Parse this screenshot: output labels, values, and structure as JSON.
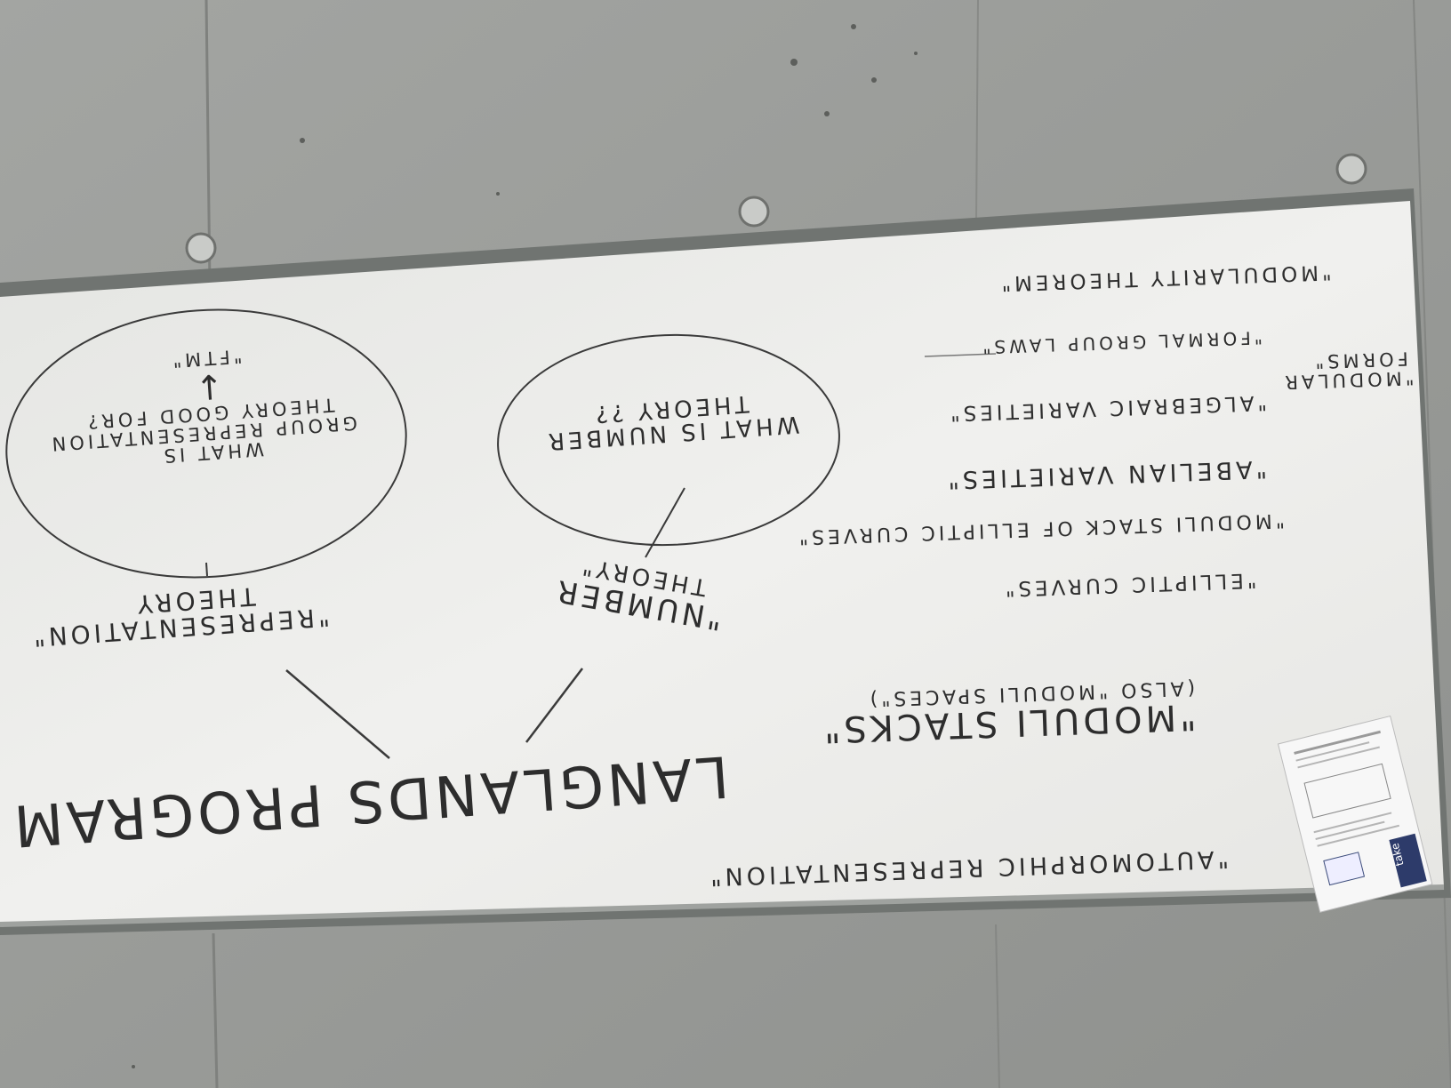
{
  "board": {
    "langlands": {
      "line1": "LANGLANDS PROGRAM"
    },
    "representation_theory": {
      "line1": "\"REPRESENTATION\"",
      "line2": "THEORY"
    },
    "rep_bubble": {
      "line1": "WHAT IS",
      "line2": "GROUP REPRESENTATION",
      "line3": "THEORY GOOD FOR?",
      "arrow": "↓",
      "line4": "\"FTM\""
    },
    "number_theory": {
      "line1": "\"NUMBER",
      "line2": "THEORY\""
    },
    "nt_bubble": {
      "line1": "WHAT IS NUMBER",
      "line2": "THEORY ??"
    },
    "moduli_stacks": {
      "line1": "\"MODULI STACKS\"",
      "line2": "(ALSO \"MODULI SPACES\")"
    },
    "automorphic": "\"AUTOMORPHIC REPRESENTATION\"",
    "elliptic_curves": "\"ELLIPTIC CURVES\"",
    "moduli_stack_elliptic": "\"MODULI STACK OF ELLIPTIC CURVES\"",
    "abelian_varieties": "\"ABELIAN VARIETIES\"",
    "algebraic_varieties": "\"ALGEBRAIC VARIETIES\"",
    "formal_group_laws": "\"FORMAL GROUP LAWS\"",
    "modularity_theorem": "\"MODULARITY THEOREM\"",
    "modular_forms": {
      "line1": "\"MODULAR",
      "line2": "FORMS\""
    }
  },
  "flyer": {
    "tab": "take"
  },
  "colors": {
    "wall": "#9b9d9a",
    "board": "#ececea",
    "ink": "#2d2d2d",
    "frame": "#6f7370"
  }
}
